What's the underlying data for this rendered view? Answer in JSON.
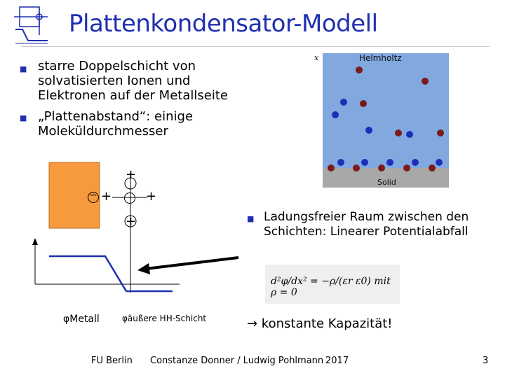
{
  "title": "Plattenkondensator-Modell",
  "bullets": [
    {
      "lines": [
        "starre Doppelschicht von",
        "solvatisierten Ionen und",
        "Elektronen auf der Metallseite"
      ]
    },
    {
      "lines": [
        "„Plattenabstand“: einige",
        "Moleküldurchmesser"
      ]
    }
  ],
  "right_bullet": {
    "lines": [
      "Ladungsfreier Raum zwischen den",
      "Schichten: Linearer Potentialabfall"
    ]
  },
  "helmholtz_figure": {
    "label_top": "Helmholtz",
    "label_bottom": "Solid",
    "axis_label": "x"
  },
  "diagram": {
    "phi_metal": "φMetall",
    "phi_outer": "φäußere HH-Schicht",
    "plus": "+",
    "minus": "−"
  },
  "equation": {
    "text": "d²φ/dx² = −ρ/(εr ε0)  mit ρ = 0"
  },
  "conclusion": "→ konstante Kapazität!",
  "footer": {
    "institution": "FU Berlin",
    "authors": "Constanze Donner / Ludwig Pohlmann",
    "year": "2017",
    "page": "3"
  },
  "colors": {
    "title": "#1f2fb0",
    "metal_plate": "#f79a3e",
    "potential_line": "#2030b0",
    "helmholtz_bg": "#82a8e0",
    "cation": "#7a1a1a",
    "anion": "#1c2fb8"
  }
}
